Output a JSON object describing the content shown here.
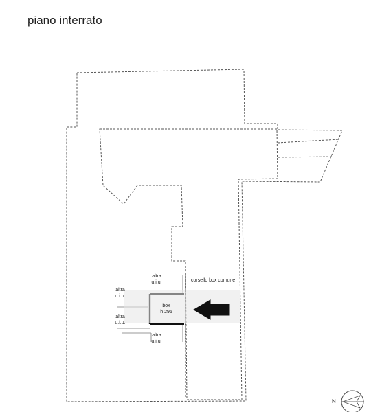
{
  "title": "piano interrato",
  "labels": {
    "altra_top": "altra",
    "uiu_top": "u.i.u.",
    "altra_left1": "altra",
    "uiu_left1": "u.i.u.",
    "altra_left2": "altra",
    "uiu_left2": "u.i.u.",
    "altra_bottom": "altra",
    "uiu_bottom": "u.i.u.",
    "box": "box",
    "height": "h 295",
    "corridor": "corsello box comune"
  },
  "compass": {
    "letter": "N"
  },
  "colors": {
    "line": "#555555",
    "highlight": "#111111",
    "watermark": "#e6e6e6"
  }
}
